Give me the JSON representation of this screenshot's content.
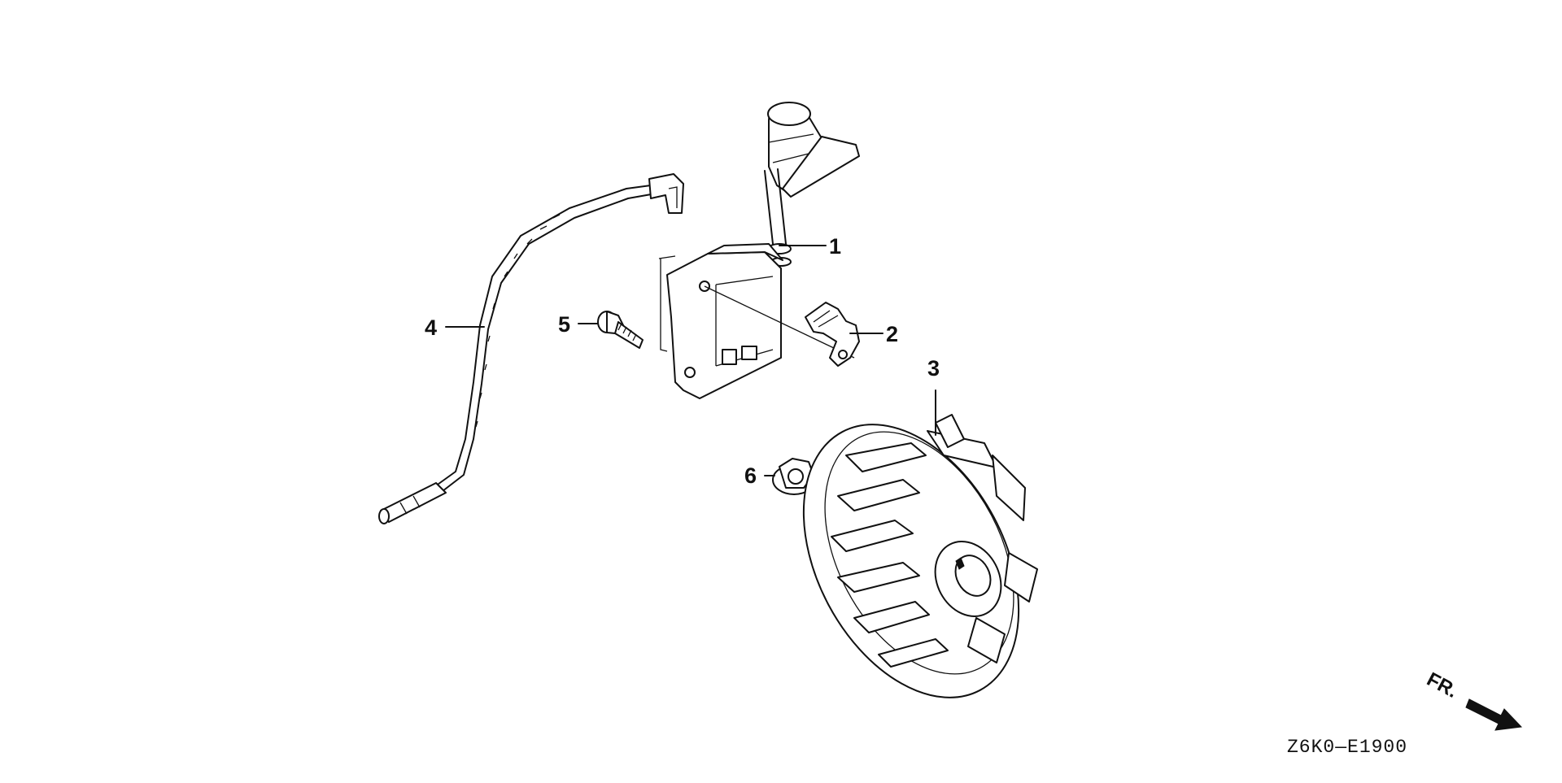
{
  "diagram": {
    "drawing_code": "Z6K0—E1900",
    "direction_label": "FR.",
    "callouts": [
      {
        "id": "1",
        "label": "1"
      },
      {
        "id": "2",
        "label": "2"
      },
      {
        "id": "3",
        "label": "3"
      },
      {
        "id": "4",
        "label": "4"
      },
      {
        "id": "5",
        "label": "5"
      },
      {
        "id": "6",
        "label": "6"
      }
    ]
  }
}
